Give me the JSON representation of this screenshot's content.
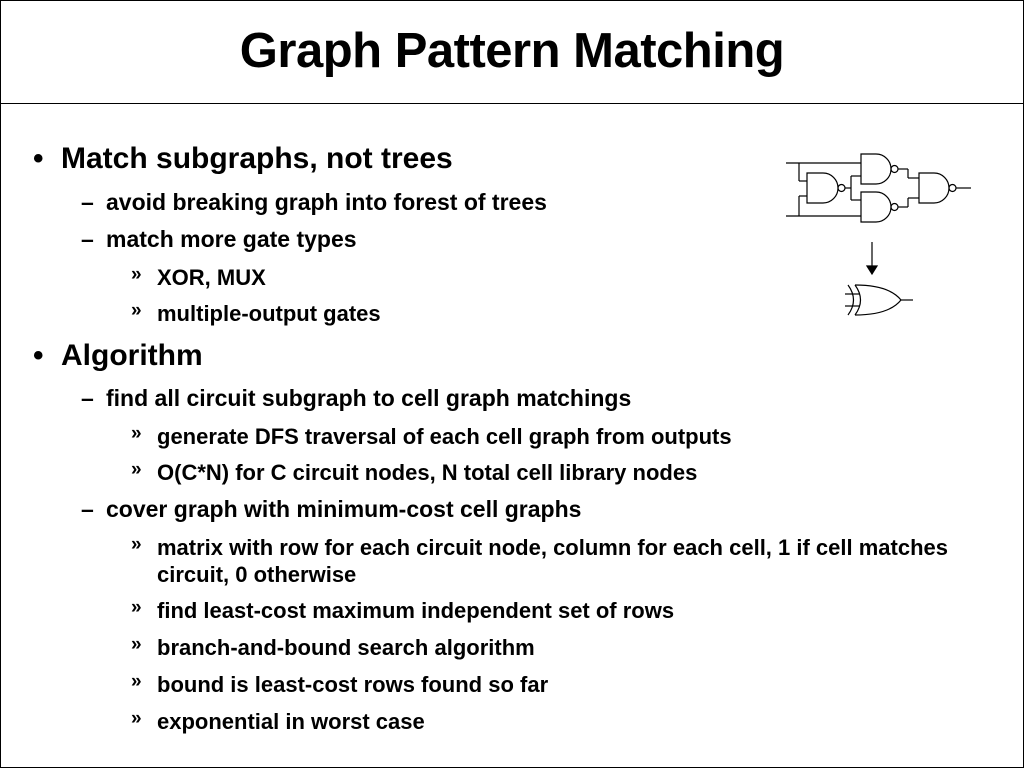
{
  "slide": {
    "title": "Graph Pattern Matching",
    "bullets": [
      {
        "text": "Match subgraphs, not trees",
        "sub": [
          {
            "text": "avoid breaking graph into forest of trees",
            "sub": []
          },
          {
            "text": "match more gate types",
            "sub": [
              "XOR, MUX",
              "multiple-output gates"
            ]
          }
        ]
      },
      {
        "text": "Algorithm",
        "sub": [
          {
            "text": "find all circuit subgraph to cell graph matchings",
            "sub": [
              "generate DFS traversal of each cell graph from outputs",
              "O(C*N) for C circuit nodes, N total cell library nodes"
            ]
          },
          {
            "text": "cover graph with minimum-cost cell graphs",
            "sub": [
              "matrix with row for each circuit node, column for each cell, 1 if cell matches circuit, 0 otherwise",
              "find least-cost maximum independent set of rows",
              "branch-and-bound search algorithm",
              "bound is least-cost rows found so far",
              "exponential in worst case"
            ]
          }
        ]
      }
    ],
    "markers": {
      "level1": "•",
      "level2": "–",
      "level3": "»"
    }
  },
  "diagram": {
    "top_circuit": "four-nand-gate-xor-network",
    "bottom_cell": "xor-gate",
    "arrow": "down-arrow"
  }
}
